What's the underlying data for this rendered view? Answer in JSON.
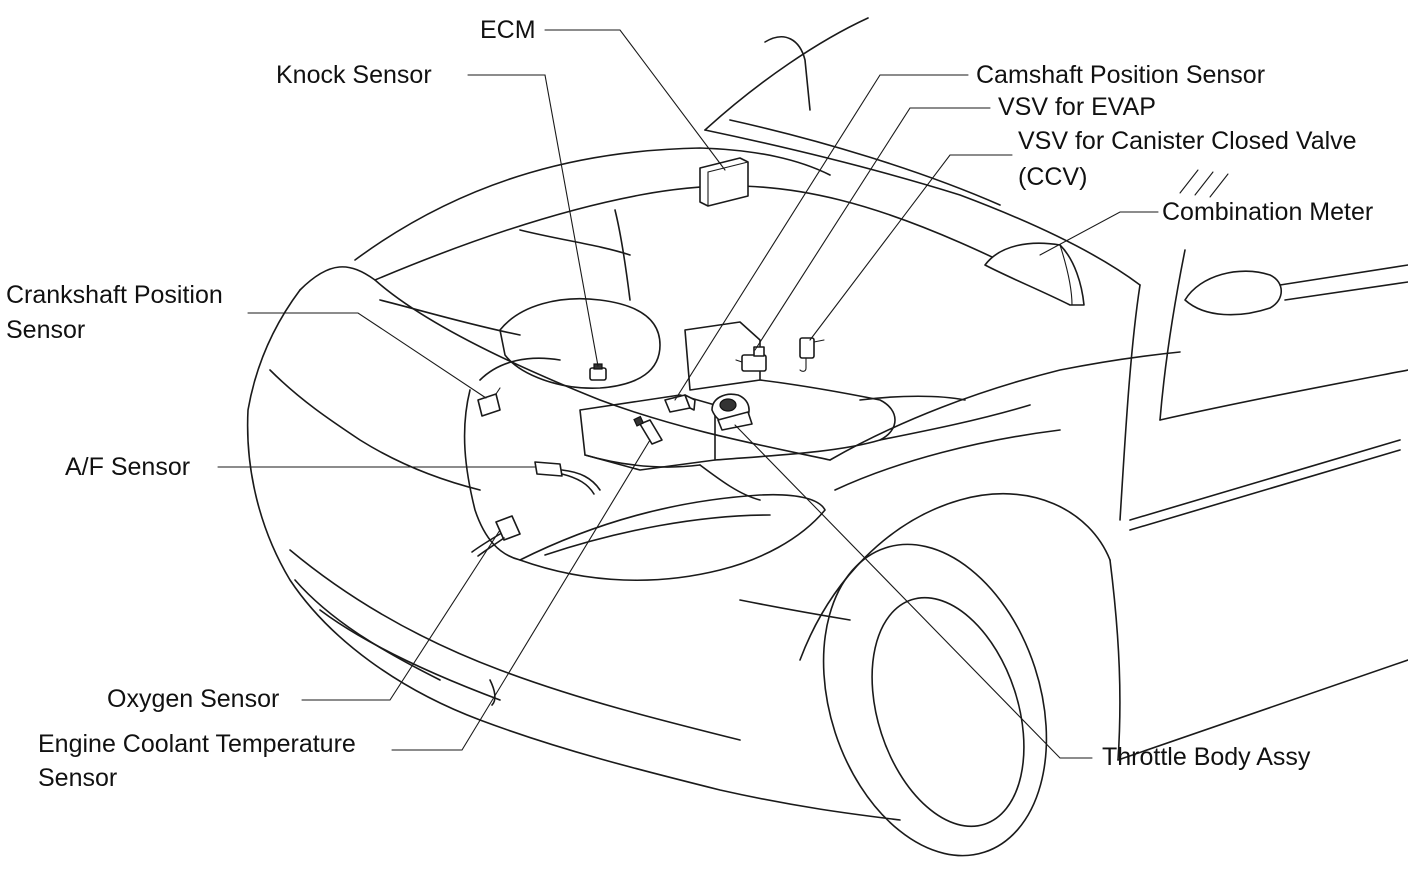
{
  "labels": {
    "ecm": "ECM",
    "knock_sensor": "Knock Sensor",
    "camshaft_position_sensor": "Camshaft Position Sensor",
    "vsv_evap": "VSV for EVAP",
    "vsv_ccv_line1": "VSV for Canister Closed Valve",
    "vsv_ccv_line2": "(CCV)",
    "combination_meter": "Combination Meter",
    "crankshaft_line1": "Crankshaft Position",
    "crankshaft_line2": "Sensor",
    "af_sensor": "A/F Sensor",
    "oxygen_sensor": "Oxygen Sensor",
    "ect_line1": "Engine Coolant Temperature",
    "ect_line2": "Sensor",
    "throttle_body": "Throttle Body Assy"
  },
  "colors": {
    "ink": "#1a1a1a",
    "background": "#ffffff"
  }
}
